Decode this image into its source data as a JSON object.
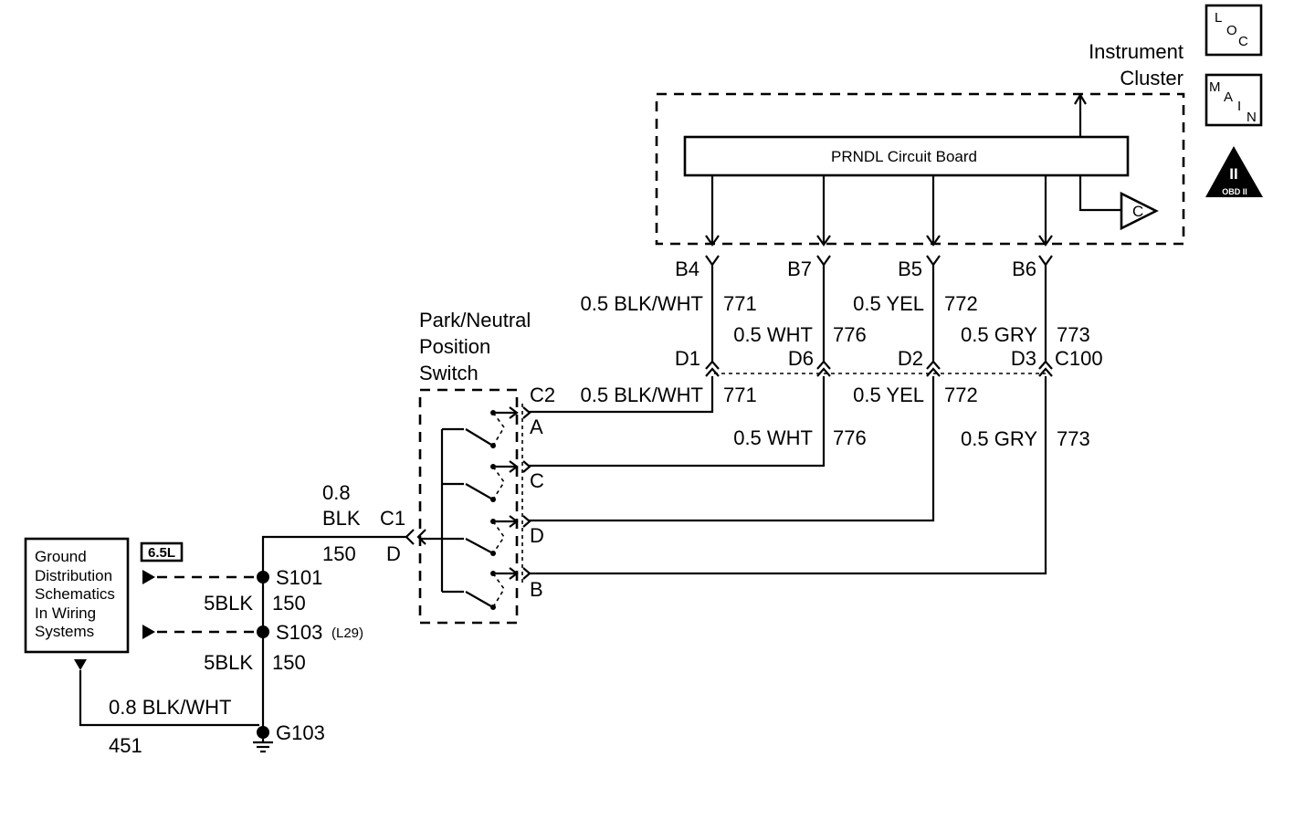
{
  "icons": {
    "loc": [
      "L",
      "O",
      "C"
    ],
    "main": [
      "M",
      "A",
      "I",
      "N"
    ],
    "obd": {
      "numeral": "II",
      "text": "OBD II"
    }
  },
  "cluster": {
    "line1": "Instrument",
    "line2": "Cluster",
    "board": "PRNDL Circuit Board",
    "amp": "C"
  },
  "switch": {
    "line1": "Park/Neutral",
    "line2": "Position",
    "line3": "Switch"
  },
  "connectors_top": [
    "B4",
    "B7",
    "B5",
    "B6"
  ],
  "connectors_bottom": [
    "D1",
    "D6",
    "D2",
    "D3"
  ],
  "c100": "C100",
  "upper_wires": [
    {
      "gauge": "0.5 BLK/WHT",
      "circuit": "771"
    },
    {
      "gauge": "0.5 WHT",
      "circuit": "776"
    },
    {
      "gauge": "0.5 YEL",
      "circuit": "772"
    },
    {
      "gauge": "0.5 GRY",
      "circuit": "773"
    }
  ],
  "lower_wires": [
    {
      "gauge": "0.5 BLK/WHT",
      "circuit": "771"
    },
    {
      "gauge": "0.5 WHT",
      "circuit": "776"
    },
    {
      "gauge": "0.5 YEL",
      "circuit": "772"
    },
    {
      "gauge": "0.5 GRY",
      "circuit": "773"
    }
  ],
  "c2": "C2",
  "switch_pins": [
    "A",
    "C",
    "D",
    "B"
  ],
  "c1": {
    "name": "C1",
    "pin": "D"
  },
  "ground_wire": {
    "gauge_line1": "0.8",
    "gauge_line2": "BLK",
    "circuit": "150"
  },
  "ground_box": [
    "Ground",
    "Distribution",
    "Schematics",
    "In Wiring",
    "Systems"
  ],
  "engine_tag": "6.5L",
  "splices": [
    {
      "name": "S101",
      "note": ""
    },
    {
      "name": "S103",
      "note": "(L29)"
    }
  ],
  "splice_wires": [
    {
      "gauge": "5BLK",
      "circuit": "150"
    },
    {
      "gauge": "5BLK",
      "circuit": "150"
    }
  ],
  "ground_return": {
    "gauge": "0.8 BLK/WHT",
    "circuit": "451"
  },
  "ground_point": "G103"
}
